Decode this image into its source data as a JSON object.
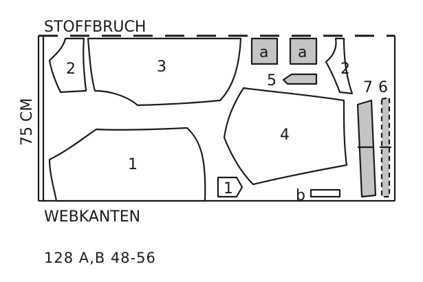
{
  "layout": {
    "fold_label": "STOFFBRUCH",
    "selvage_label": "WEBKANTEN",
    "width_label": "75 CM",
    "pattern_caption": "128 A,B 48-56",
    "colors": {
      "line": "#1a1a1a",
      "grey_fill": "#c4c4c4",
      "background": "#ffffff"
    }
  },
  "pieces": {
    "p1_main": "1",
    "p1_small": "1",
    "p2_left": "2",
    "p2_right": "2",
    "p3": "3",
    "p4": "4",
    "p5": "5",
    "p6": "6",
    "p7": "7",
    "pa_1": "a",
    "pa_2": "a",
    "pb": "b"
  }
}
